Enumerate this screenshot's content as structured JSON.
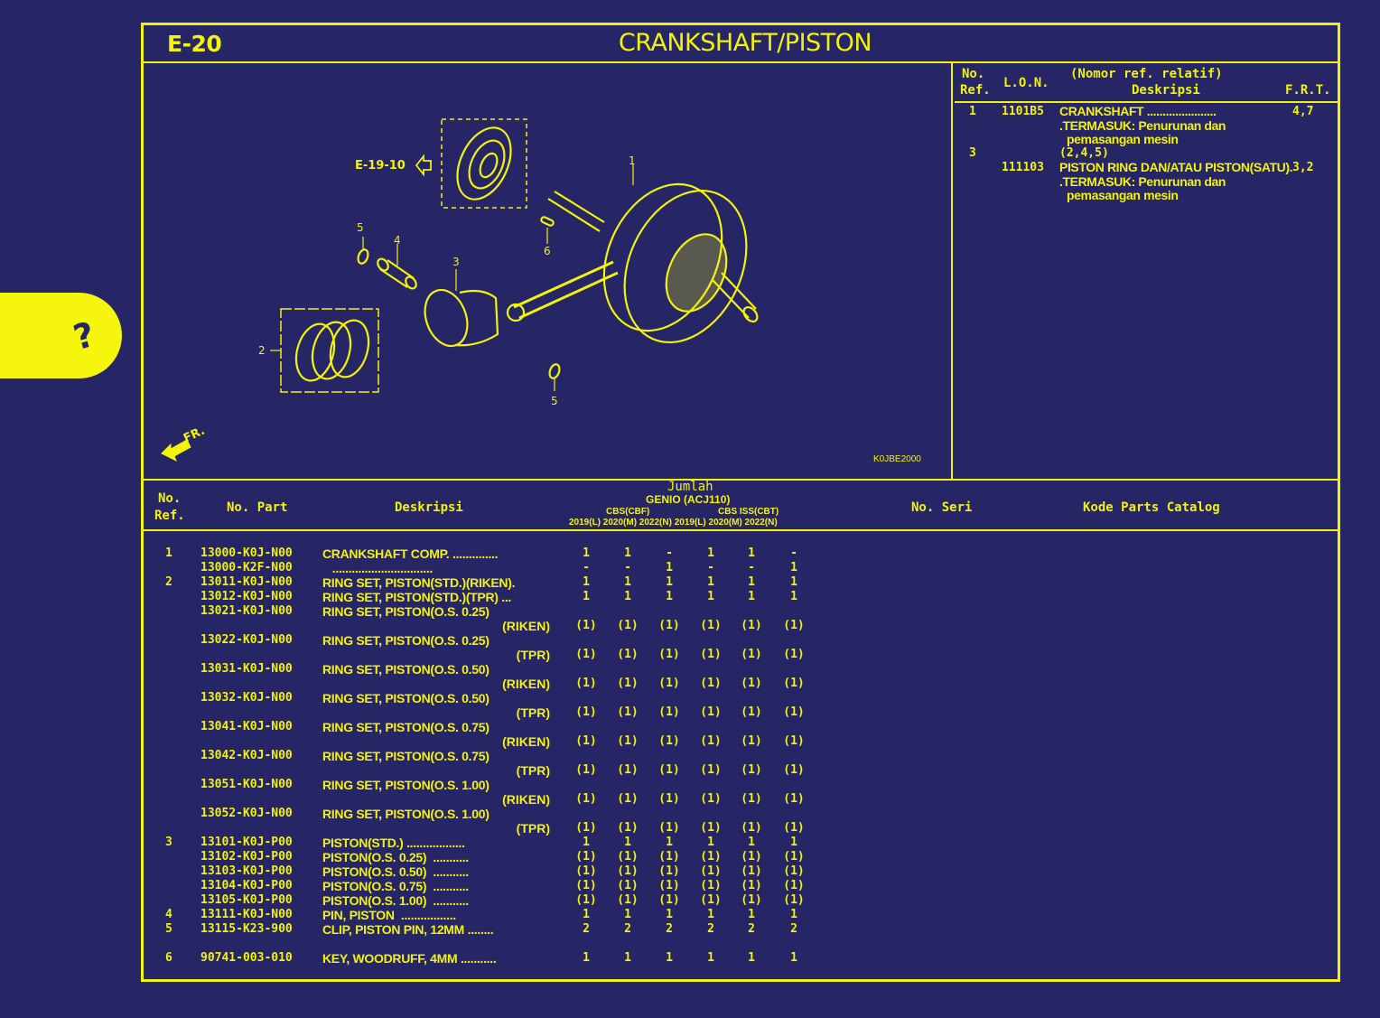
{
  "help_tab": {
    "icon": "question-mark-icon",
    "label": "?"
  },
  "sheet": {
    "code": "E-20",
    "title": "CRANKSHAFT/PISTON"
  },
  "diagram": {
    "reference_link": "E-19-10",
    "direction_label": "FR.",
    "drawing_code": "K0JBE2000",
    "callouts": [
      "1",
      "2",
      "3",
      "4",
      "5",
      "5",
      "6"
    ]
  },
  "frt": {
    "headers": {
      "ref_no_1": "No.",
      "ref_no_2": "Ref.",
      "lon": "L.O.N.",
      "desc_1": "(Nomor ref. relatif)",
      "desc_2": "Deskripsi",
      "frt": "F.R.T."
    },
    "entries": [
      {
        "ref": "1",
        "lon": "1101B5",
        "desc": "CRANKSHAFT ......................",
        "frt": "4,7",
        "note1": ".TERMASUK: Penurunan dan",
        "note2": "pemasangan mesin"
      },
      {
        "ref": "3",
        "lon": "111103",
        "pre": "(2,4,5)",
        "desc": "PISTON RING DAN/ATAU PISTON(SATU).",
        "frt": "3,2",
        "note1": ".TERMASUK: Penurunan dan",
        "note2": "pemasangan mesin"
      }
    ]
  },
  "parts_table": {
    "headers": {
      "ref_1": "No.",
      "ref_2": "Ref.",
      "part": "No. Part",
      "desc": "Deskripsi",
      "qty": "Jumlah",
      "model": "GENIO (ACJ110)",
      "group1": "CBS(CBF)",
      "group2": "CBS ISS(CBT)",
      "years": "2019(L) 2020(M) 2022(N) 2019(L) 2020(M) 2022(N)",
      "serial": "No. Seri",
      "catalog": "Kode Parts Catalog"
    },
    "rows": [
      {
        "ref": "1",
        "part": "13000-K0J-N00",
        "desc": "CRANKSHAFT COMP. ..............",
        "qty": [
          "1",
          "1",
          "-",
          "1",
          "1",
          "-"
        ]
      },
      {
        "ref": "",
        "part": "13000-K2F-N00",
        "desc": "   ...............................",
        "qty": [
          "-",
          "-",
          "1",
          "-",
          "-",
          "1"
        ]
      },
      {
        "ref": "2",
        "part": "13011-K0J-N00",
        "desc": "RING SET, PISTON(STD.)(RIKEN).",
        "qty": [
          "1",
          "1",
          "1",
          "1",
          "1",
          "1"
        ]
      },
      {
        "ref": "",
        "part": "13012-K0J-N00",
        "desc": "RING SET, PISTON(STD.)(TPR) ...",
        "qty": [
          "1",
          "1",
          "1",
          "1",
          "1",
          "1"
        ]
      },
      {
        "ref": "",
        "part": "13021-K0J-N00",
        "desc": "RING SET, PISTON(O.S. 0.25)",
        "suffix": "(RIKEN)",
        "qty": [
          "(1)",
          "(1)",
          "(1)",
          "(1)",
          "(1)",
          "(1)"
        ]
      },
      {
        "ref": "",
        "part": "13022-K0J-N00",
        "desc": "RING SET, PISTON(O.S. 0.25)",
        "suffix": "(TPR)",
        "qty": [
          "(1)",
          "(1)",
          "(1)",
          "(1)",
          "(1)",
          "(1)"
        ]
      },
      {
        "ref": "",
        "part": "13031-K0J-N00",
        "desc": "RING SET, PISTON(O.S. 0.50)",
        "suffix": "(RIKEN)",
        "qty": [
          "(1)",
          "(1)",
          "(1)",
          "(1)",
          "(1)",
          "(1)"
        ]
      },
      {
        "ref": "",
        "part": "13032-K0J-N00",
        "desc": "RING SET, PISTON(O.S. 0.50)",
        "suffix": "(TPR)",
        "qty": [
          "(1)",
          "(1)",
          "(1)",
          "(1)",
          "(1)",
          "(1)"
        ]
      },
      {
        "ref": "",
        "part": "13041-K0J-N00",
        "desc": "RING SET, PISTON(O.S. 0.75)",
        "suffix": "(RIKEN)",
        "qty": [
          "(1)",
          "(1)",
          "(1)",
          "(1)",
          "(1)",
          "(1)"
        ]
      },
      {
        "ref": "",
        "part": "13042-K0J-N00",
        "desc": "RING SET, PISTON(O.S. 0.75)",
        "suffix": "(TPR)",
        "qty": [
          "(1)",
          "(1)",
          "(1)",
          "(1)",
          "(1)",
          "(1)"
        ]
      },
      {
        "ref": "",
        "part": "13051-K0J-N00",
        "desc": "RING SET, PISTON(O.S. 1.00)",
        "suffix": "(RIKEN)",
        "qty": [
          "(1)",
          "(1)",
          "(1)",
          "(1)",
          "(1)",
          "(1)"
        ]
      },
      {
        "ref": "",
        "part": "13052-K0J-N00",
        "desc": "RING SET, PISTON(O.S. 1.00)",
        "suffix": "(TPR)",
        "qty": [
          "(1)",
          "(1)",
          "(1)",
          "(1)",
          "(1)",
          "(1)"
        ]
      },
      {
        "ref": "3",
        "part": "13101-K0J-P00",
        "desc": "PISTON(STD.) ..................",
        "qty": [
          "1",
          "1",
          "1",
          "1",
          "1",
          "1"
        ]
      },
      {
        "ref": "",
        "part": "13102-K0J-P00",
        "desc": "PISTON(O.S. 0.25)  ...........",
        "qty": [
          "(1)",
          "(1)",
          "(1)",
          "(1)",
          "(1)",
          "(1)"
        ]
      },
      {
        "ref": "",
        "part": "13103-K0J-P00",
        "desc": "PISTON(O.S. 0.50)  ...........",
        "qty": [
          "(1)",
          "(1)",
          "(1)",
          "(1)",
          "(1)",
          "(1)"
        ]
      },
      {
        "ref": "",
        "part": "13104-K0J-P00",
        "desc": "PISTON(O.S. 0.75)  ...........",
        "qty": [
          "(1)",
          "(1)",
          "(1)",
          "(1)",
          "(1)",
          "(1)"
        ]
      },
      {
        "ref": "",
        "part": "13105-K0J-P00",
        "desc": "PISTON(O.S. 1.00)  ...........",
        "qty": [
          "(1)",
          "(1)",
          "(1)",
          "(1)",
          "(1)",
          "(1)"
        ]
      },
      {
        "ref": "4",
        "part": "13111-K0J-N00",
        "desc": "PIN, PISTON  .................",
        "qty": [
          "1",
          "1",
          "1",
          "1",
          "1",
          "1"
        ]
      },
      {
        "ref": "5",
        "part": "13115-K23-900",
        "desc": "CLIP, PISTON PIN, 12MM ........",
        "qty": [
          "2",
          "2",
          "2",
          "2",
          "2",
          "2"
        ]
      },
      {
        "ref": "6",
        "part": "90741-003-010",
        "desc": "KEY, WOODRUFF, 4MM ...........",
        "qty": [
          "1",
          "1",
          "1",
          "1",
          "1",
          "1"
        ]
      }
    ]
  },
  "colors": {
    "background": "#262666",
    "foreground": "#f2f20a"
  }
}
